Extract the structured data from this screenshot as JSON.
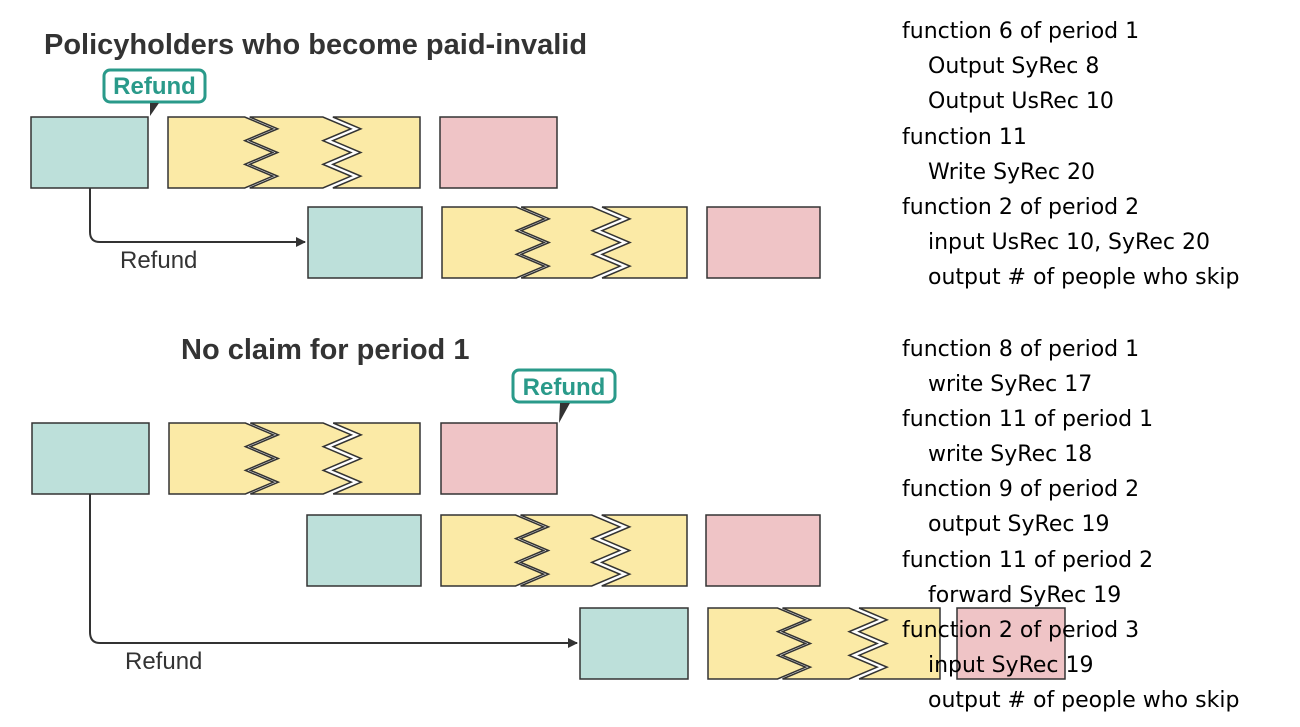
{
  "sections": [
    {
      "title": "Policyholders who become paid-invalid",
      "callout": "Refund",
      "arrow_label": "Refund"
    },
    {
      "title": "No claim for period 1",
      "callout": "Refund",
      "arrow_label": "Refund"
    }
  ],
  "notes": {
    "section1": [
      {
        "text": "function 6 of period 1",
        "indent": false
      },
      {
        "text": "Output SyRec 8",
        "indent": true
      },
      {
        "text": "Output UsRec 10",
        "indent": true
      },
      {
        "text": "function 11",
        "indent": false
      },
      {
        "text": "Write SyRec 20",
        "indent": true
      },
      {
        "text": "function 2 of period 2",
        "indent": false
      },
      {
        "text": "input UsRec 10, SyRec 20",
        "indent": true
      },
      {
        "text": "output # of people who skip",
        "indent": true
      }
    ],
    "section2": [
      {
        "text": "function 8 of period 1",
        "indent": false
      },
      {
        "text": "write SyRec 17",
        "indent": true
      },
      {
        "text": "function 11 of period 1",
        "indent": false
      },
      {
        "text": "write SyRec 18",
        "indent": true
      },
      {
        "text": "function 9 of period 2",
        "indent": false
      },
      {
        "text": "output SyRec 19",
        "indent": true
      },
      {
        "text": "function 11 of period 2",
        "indent": false
      },
      {
        "text": "forward SyRec 19",
        "indent": true
      },
      {
        "text": "function 2 of period 3",
        "indent": false
      },
      {
        "text": "input SyRec 19",
        "indent": true
      },
      {
        "text": "output # of people who skip",
        "indent": true
      }
    ]
  },
  "colors": {
    "teal_fill": "#bde0da",
    "yellow_fill": "#fbeaa6",
    "pink_fill": "#efc4c6",
    "callout_border": "#2a9a8a",
    "line": "#333333"
  }
}
